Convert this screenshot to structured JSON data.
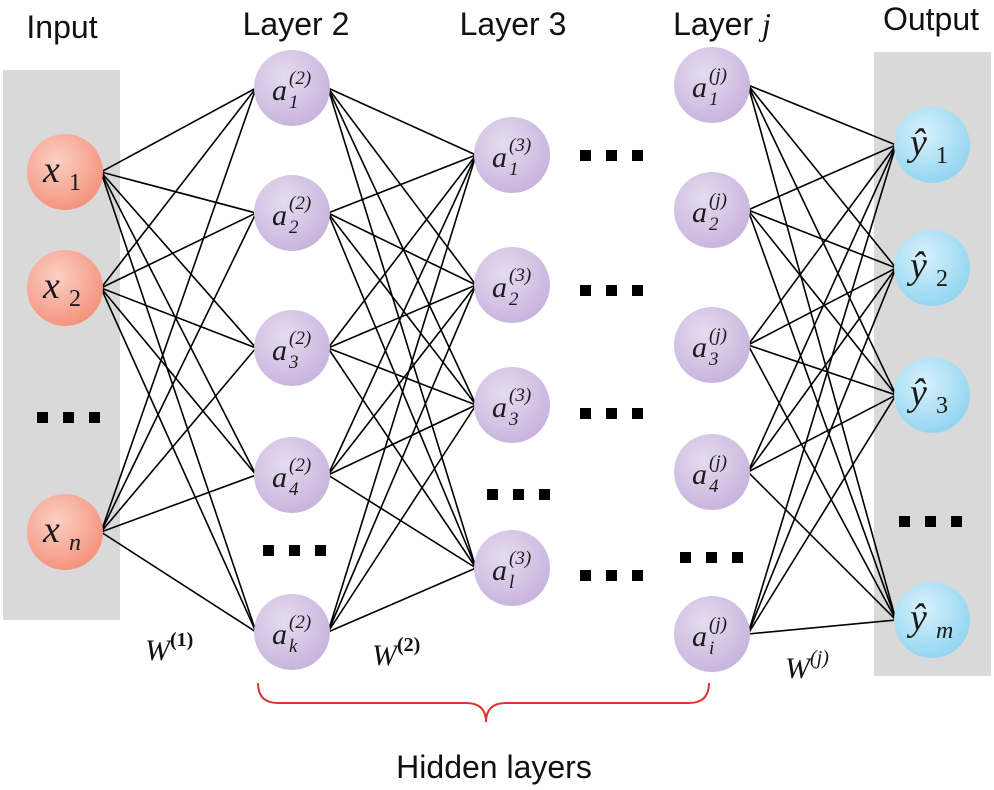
{
  "headers": {
    "input": "Input",
    "layer2": "Layer 2",
    "layer3": "Layer 3",
    "layerj_prefix": "Layer ",
    "layerj_var": "j",
    "output": "Output"
  },
  "weights": {
    "w1": {
      "base": "W",
      "sup": "(1)"
    },
    "w2": {
      "base": "W",
      "sup": "(2)"
    },
    "wj": {
      "base": "W",
      "sup": "(j)"
    }
  },
  "hidden_label": "Hidden layers",
  "colors": {
    "input_node": "#f4907a",
    "hidden_node": "#c6b2dc",
    "output_node": "#8fd3f0",
    "panel": "#d9d9d9",
    "brace": "#d9372e"
  },
  "layers": [
    {
      "id": "input",
      "nodes": [
        {
          "base": "x",
          "sub": "1"
        },
        {
          "base": "x",
          "sub": "2"
        },
        {
          "base": "x",
          "sub": "n"
        }
      ]
    },
    {
      "id": "layer2",
      "nodes": [
        {
          "base": "a",
          "sub": "1",
          "sup": "(2)"
        },
        {
          "base": "a",
          "sub": "2",
          "sup": "(2)"
        },
        {
          "base": "a",
          "sub": "3",
          "sup": "(2)"
        },
        {
          "base": "a",
          "sub": "4",
          "sup": "(2)"
        },
        {
          "base": "a",
          "sub": "k",
          "sup": "(2)"
        }
      ]
    },
    {
      "id": "layer3",
      "nodes": [
        {
          "base": "a",
          "sub": "1",
          "sup": "(3)"
        },
        {
          "base": "a",
          "sub": "2",
          "sup": "(3)"
        },
        {
          "base": "a",
          "sub": "3",
          "sup": "(3)"
        },
        {
          "base": "a",
          "sub": "l",
          "sup": "(3)"
        }
      ]
    },
    {
      "id": "layerj",
      "nodes": [
        {
          "base": "a",
          "sub": "1",
          "sup": "(j)"
        },
        {
          "base": "a",
          "sub": "2",
          "sup": "(j)"
        },
        {
          "base": "a",
          "sub": "3",
          "sup": "(j)"
        },
        {
          "base": "a",
          "sub": "4",
          "sup": "(j)"
        },
        {
          "base": "a",
          "sub": "i",
          "sup": "(j)"
        }
      ]
    },
    {
      "id": "output",
      "nodes": [
        {
          "base": "ŷ",
          "sub": "1"
        },
        {
          "base": "ŷ",
          "sub": "2"
        },
        {
          "base": "ŷ",
          "sub": "3"
        },
        {
          "base": "ŷ",
          "sub": "m"
        }
      ]
    }
  ]
}
